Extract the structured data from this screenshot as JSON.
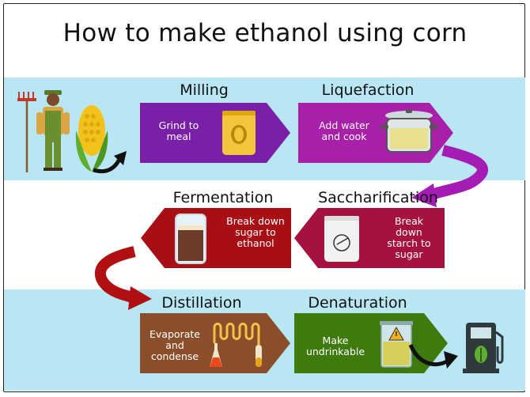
{
  "title": "How to make ethanol using corn",
  "steps": [
    {
      "id": "milling",
      "title": "Milling",
      "text": "Grind to meal",
      "color": "#7a1fa8"
    },
    {
      "id": "liquefaction",
      "title": "Liquefaction",
      "text": "Add water and cook",
      "color": "#a81fa8"
    },
    {
      "id": "saccharification",
      "title": "Saccharification",
      "text": "Break down starch to sugar",
      "color": "#a5123f"
    },
    {
      "id": "fermentation",
      "title": "Fermentation",
      "text": "Break down sugar to ethanol",
      "color": "#a80f14"
    },
    {
      "id": "distillation",
      "title": "Distillation",
      "text": "Evaporate and condense",
      "color": "#8a4f2a"
    },
    {
      "id": "denaturation",
      "title": "Denaturation",
      "text": "Make undrinkable",
      "color": "#3f7a0f"
    }
  ],
  "icons": {
    "farmer": "farmer-icon",
    "corn": "corn-icon",
    "meal_bag": "meal-bag-icon",
    "pot": "cooking-pot-icon",
    "sugar_bag": "sugar-bag-icon",
    "glass": "glass-icon",
    "still": "distillation-apparatus-icon",
    "beaker": "beaker-icon",
    "fuel_pump": "fuel-pump-icon"
  },
  "colors": {
    "band": "#b8e6f3",
    "connector": "#a51cb5",
    "connector_red": "#b01012"
  }
}
